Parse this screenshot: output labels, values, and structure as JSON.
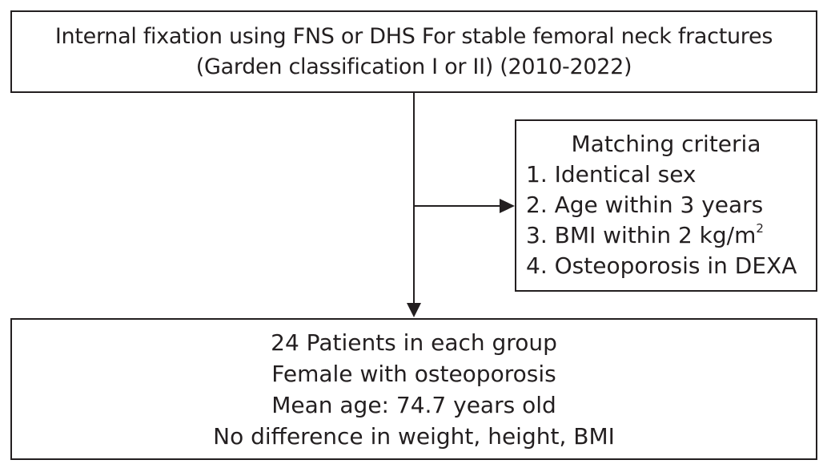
{
  "top_box": {
    "line1": "Internal fixation using FNS or DHS For stable femoral neck fractures",
    "line2": "(Garden classification I or II) (2010-2022)"
  },
  "criteria_box": {
    "title": "Matching criteria",
    "items": [
      "1. Identical sex",
      "2. Age within 3 years",
      "3. BMI within 2 kg/m",
      "4. Osteoporosis in DEXA"
    ],
    "bmi_superscript": "2"
  },
  "bottom_box": {
    "lines": [
      "24 Patients in each group",
      "Female with osteoporosis",
      "Mean age: 74.7 years old",
      "No difference in weight, height, BMI"
    ]
  },
  "colors": {
    "stroke": "#231f20",
    "background": "#ffffff"
  }
}
